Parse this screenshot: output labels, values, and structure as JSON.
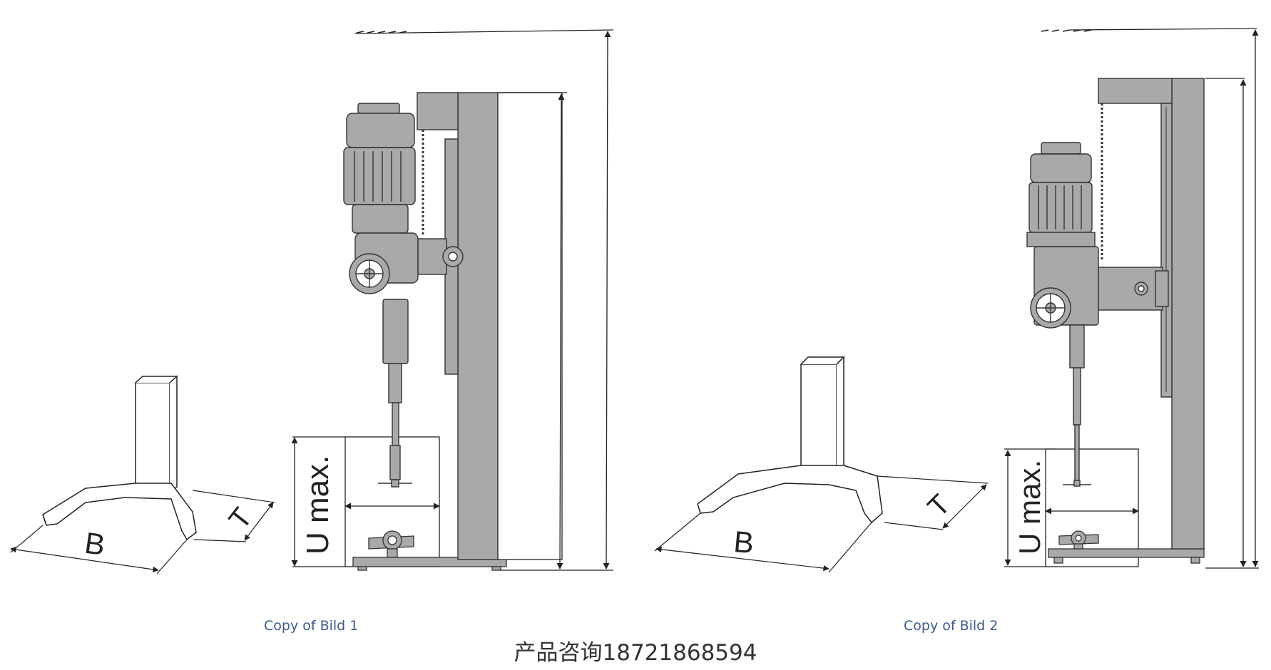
{
  "figures": [
    {
      "caption": "Copy of Bild 1",
      "labels": {
        "width": "B",
        "depth": "T",
        "stroke": "U max."
      }
    },
    {
      "caption": "Copy of Bild 2",
      "labels": {
        "width": "B",
        "depth": "T",
        "stroke": "U max."
      }
    }
  ],
  "contact": "产品咨询18721868594",
  "colors": {
    "machine_fill": "#a9a9a9",
    "machine_stroke": "#333333",
    "outline": "#222222",
    "caption": "#3b5a8a"
  }
}
